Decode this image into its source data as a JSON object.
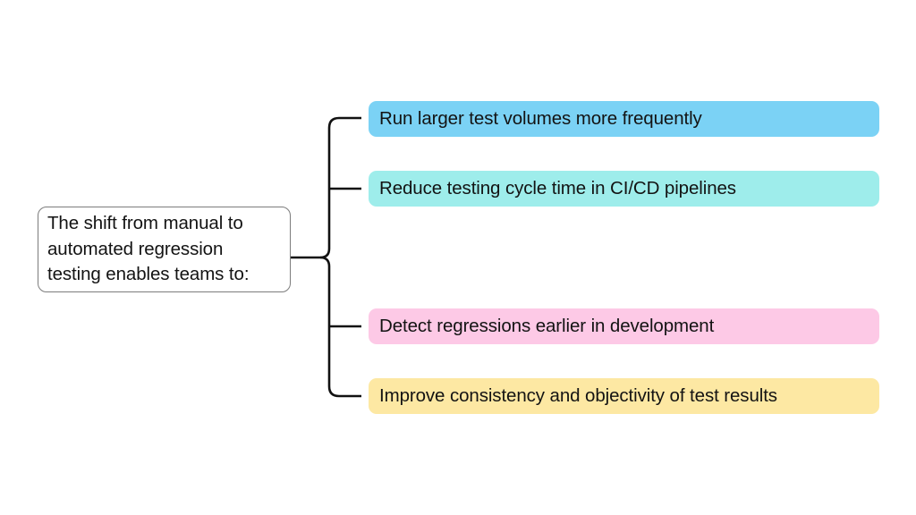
{
  "diagram": {
    "type": "mind-map",
    "orientation": "left-to-right",
    "background_color": "#ffffff",
    "root": {
      "text": "The shift from manual to\nautomated regression\ntesting enables teams to:",
      "lines": [
        "The shift from manual to",
        "automated regression",
        "testing enables teams to:"
      ],
      "fill_color": "#ffffff",
      "border_color": "#7c7c7c",
      "text_color": "#131313"
    },
    "connector": {
      "name": "bracket-connector",
      "stroke_color": "#111111",
      "stroke_width": 2.6,
      "corner_radius": 11
    },
    "branches": [
      {
        "label": "Run larger test volumes more frequently",
        "fill_color": "#7bd2f5",
        "text_color": "#131313",
        "connector_style": "rounded-corner"
      },
      {
        "label": "Reduce testing cycle time in CI/CD pipelines",
        "fill_color": "#9eedeb",
        "text_color": "#131313",
        "connector_style": "straight-stub"
      },
      {
        "label": "Detect regressions earlier in development",
        "fill_color": "#fdc9e6",
        "text_color": "#131313",
        "connector_style": "straight-stub"
      },
      {
        "label": "Improve consistency and objectivity of test results",
        "fill_color": "#fde8a3",
        "text_color": "#131313",
        "connector_style": "rounded-corner"
      }
    ]
  }
}
